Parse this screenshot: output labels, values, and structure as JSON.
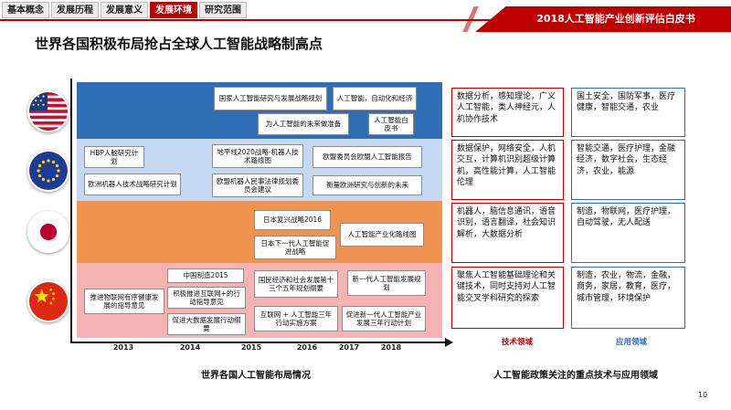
{
  "nav": {
    "tabs": [
      {
        "label": "基本概念",
        "active": false
      },
      {
        "label": "发展历程",
        "active": false
      },
      {
        "label": "发展意义",
        "active": false
      },
      {
        "label": "发展环境",
        "active": true
      },
      {
        "label": "研究范围",
        "active": false
      }
    ]
  },
  "report_title": "2018人工智能产业创新评估白皮书",
  "page_title": "世界各国积极布局抢占全球人工智能战略制高点",
  "colors": {
    "accent_red": "#c00000",
    "band_usa": "#2f6db5",
    "band_eu": "#c5d9f1",
    "band_japan": "#f0934e",
    "band_china": "#f5b3b3",
    "app_blue": "#2f6db5"
  },
  "timeline": {
    "years": [
      "2013",
      "2014",
      "2015",
      "2016",
      "2017",
      "2018"
    ],
    "countries": [
      {
        "flag": "usa-flag-icon",
        "items": [
          "国家人工智能研究与发展战略规划",
          "人工智能，自动化和经济",
          "为人工智能的未来做准备",
          "人工智能白皮书"
        ]
      },
      {
        "flag": "eu-flag-icon",
        "items": [
          "HBP人脑研究计划",
          "欧洲机器人技术战略研究计划",
          "地平线2020战略-机器人技术路线图",
          "欧盟机器人民事法律规划委员会建议",
          "欧盟委员会欧盟人工智能报告",
          "衡量欧洲研究与创新的未来"
        ]
      },
      {
        "flag": "japan-flag-icon",
        "items": [
          "日本复兴战略2016",
          "日本下一代人工智能促进战略",
          "人工智能产业化路线图"
        ]
      },
      {
        "flag": "china-flag-icon",
        "items": [
          "中国制造2015",
          "推进物联网有序健康发展的指导意见",
          "积极推进互联网+的行动指导意见",
          "促进大数据发展行动纲要",
          "国民经济和社会发展第十三个五年规划纲要",
          "互联网 + 人工智能三年行动实施方案",
          "新一代人工智能发展规划",
          "促进新一代人工智能产业发展三年行动计划"
        ]
      }
    ],
    "caption": "世界各国人工智能布局情况"
  },
  "focus": {
    "rows": [
      {
        "tech": "数据分析，感知理论，广义人工智能，类人神经元，人机协作技术",
        "app": "国土安全，国防军事，医疗健康，智能交通，农业"
      },
      {
        "tech": "数据保护，网络安全，人机交互，计算机识别超级计算机，高性能计算，人工智能伦理",
        "app": "智能交通，医疗护理，金融经济，数字社会，生态经济，农业，能源"
      },
      {
        "tech": "机器人，脑信息通讯，语音识别，语言翻译，社会知识解析，大数据分析",
        "app": "制造，物联网，医疗护理，自动驾驶，无人配送"
      },
      {
        "tech": "聚焦人工智能基础理论和关键技术，同时支持对人工智能交叉学科研究的探索",
        "app": "制造，农业，物流，金融，商务，家居，教育，医疗，城市管理，环境保护"
      }
    ],
    "tech_label": "技术领域",
    "app_label": "应用领域",
    "caption": "人工智能政策关注的重点技术与应用领域"
  },
  "page_number": "10"
}
